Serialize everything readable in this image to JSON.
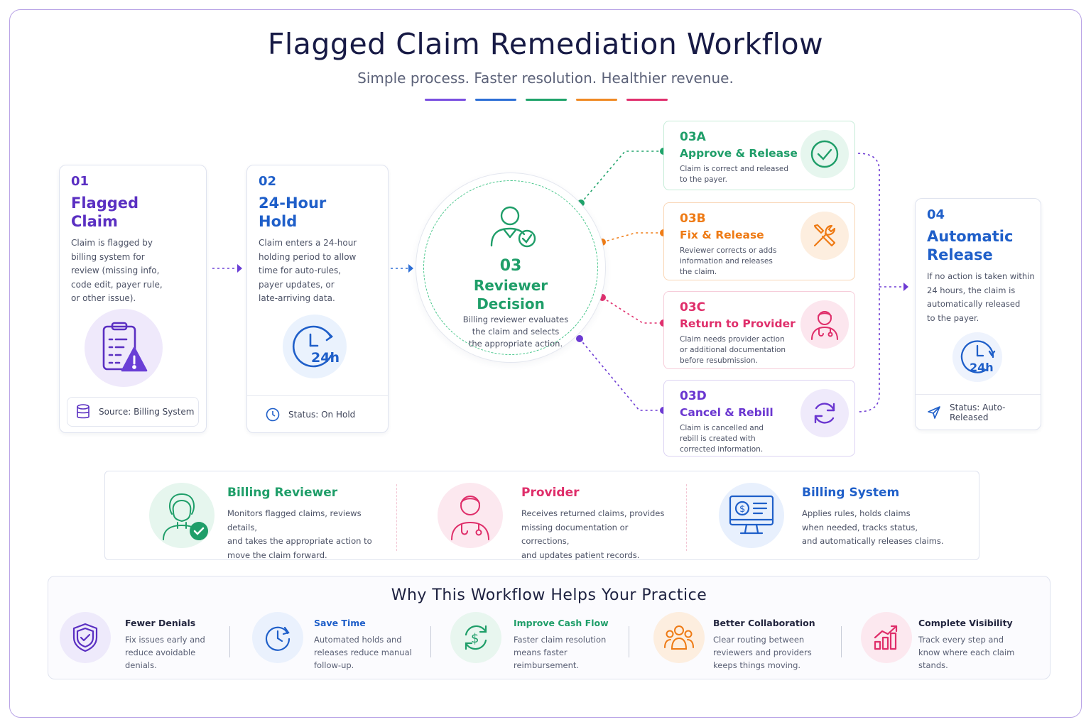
{
  "title": "Flagged Claim Remediation Workflow",
  "subtitle": "Simple process. Faster resolution. Healthier revenue.",
  "colors": {
    "purple": "#6a3fd6",
    "blue": "#2d6fd6",
    "green": "#1fa36a",
    "orange": "#f07d16",
    "pink": "#e0306e",
    "violet": "#6d3ad3"
  },
  "steps": {
    "s01": {
      "num": "01",
      "title_line1": "Flagged",
      "title_line2": "Claim",
      "desc": [
        "Claim is flagged by",
        "billing system for",
        "review (missing info,",
        "code edit, payer rule,",
        "or other issue)."
      ],
      "footer": "Source: Billing System",
      "icon": "clipboard-warning-icon"
    },
    "s02": {
      "num": "02",
      "title_line1": "24-Hour",
      "title_line2": "Hold",
      "desc": [
        "Claim enters a 24-hour",
        "holding period to allow",
        "time for auto-rules,",
        "payer updates, or",
        "late-arriving data."
      ],
      "footer": "Status: On Hold",
      "icon_text": "24h"
    },
    "s03": {
      "num": "03",
      "title_line1": "Reviewer",
      "title_line2": "Decision",
      "desc": [
        "Billing reviewer evaluates",
        "the claim and selects",
        "the appropriate action."
      ]
    },
    "s04": {
      "num": "04",
      "title_line1": "Automatic",
      "title_line2": "Release",
      "desc": [
        "If no action is taken within",
        "24 hours, the claim is",
        "automatically released",
        "to the payer."
      ],
      "footer": "Status: Auto-Released",
      "icon_text": "24h"
    }
  },
  "options": [
    {
      "num": "03A",
      "title": "Approve & Release",
      "desc": [
        "Claim is correct and released",
        "to the payer."
      ],
      "icon": "check-circle-icon"
    },
    {
      "num": "03B",
      "title": "Fix & Release",
      "desc": [
        "Reviewer corrects or adds",
        "information and releases",
        "the claim."
      ],
      "icon": "tools-icon"
    },
    {
      "num": "03C",
      "title": "Return to Provider",
      "desc": [
        "Claim needs provider action",
        "or additional documentation",
        "before resubmission."
      ],
      "icon": "doctor-icon"
    },
    {
      "num": "03D",
      "title": "Cancel & Rebill",
      "desc": [
        "Claim is cancelled and",
        "rebill is created with",
        "corrected information."
      ],
      "icon": "refresh-icon"
    }
  ],
  "roles": [
    {
      "title": "Billing Reviewer",
      "desc": [
        "Monitors flagged claims, reviews details,",
        "and takes the appropriate action to",
        "move the claim forward."
      ]
    },
    {
      "title": "Provider",
      "desc": [
        "Receives returned claims, provides",
        "missing documentation or corrections,",
        "and updates patient records."
      ]
    },
    {
      "title": "Billing System",
      "desc": [
        "Applies rules, holds claims",
        "when needed, tracks status,",
        "and automatically releases claims."
      ]
    }
  ],
  "benefits": {
    "title": "Why This Workflow Helps Your Practice",
    "items": [
      {
        "title": "Fewer Denials",
        "desc": [
          "Fix issues early and",
          "reduce avoidable",
          "denials."
        ]
      },
      {
        "title": "Save Time",
        "desc": [
          "Automated holds and",
          "releases reduce manual",
          "follow-up."
        ]
      },
      {
        "title": "Improve Cash Flow",
        "desc": [
          "Faster claim resolution",
          "means faster",
          "reimbursement."
        ]
      },
      {
        "title": "Better Collaboration",
        "desc": [
          "Clear routing between",
          "reviewers and providers",
          "keeps things moving."
        ]
      },
      {
        "title": "Complete Visibility",
        "desc": [
          "Track every step and",
          "know where each claim",
          "stands."
        ]
      }
    ]
  }
}
